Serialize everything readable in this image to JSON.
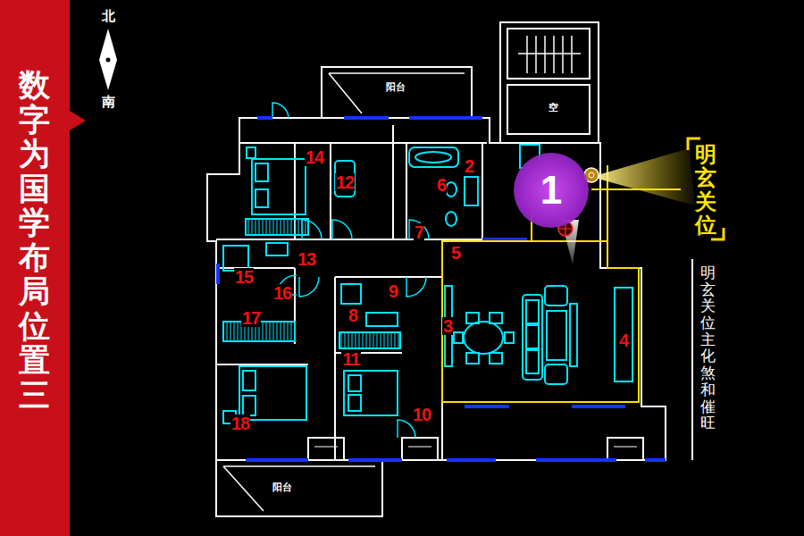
{
  "diagram": {
    "nodes": [
      {
        "text": [
          "数字为国学布局位置三"
        ]
      },
      {
        "text": [
          "1"
        ]
      }
    ],
    "labels": [
      "北",
      "南",
      "阳台",
      "空",
      "阳台",
      "14",
      "12",
      "2",
      "6",
      "7",
      "5",
      "13",
      "15",
      "16",
      "9",
      "8",
      "17",
      "3",
      "11",
      "4",
      "10",
      "18",
      "明玄关位",
      "明玄关位主化煞和催旺"
    ]
  }
}
